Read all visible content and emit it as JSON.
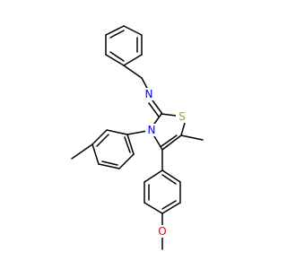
{
  "molecule": {
    "atoms": [
      {
        "id": "N_imine",
        "symbol": "N",
        "color": "#0000ff"
      },
      {
        "id": "S_ring",
        "symbol": "S",
        "color": "#b8a000"
      },
      {
        "id": "N_ring",
        "symbol": "N",
        "color": "#0000ff"
      },
      {
        "id": "O_methoxy",
        "symbol": "O",
        "color": "#ff0000"
      }
    ]
  },
  "colors": {
    "bond": "#000000",
    "background": "#ffffff"
  }
}
